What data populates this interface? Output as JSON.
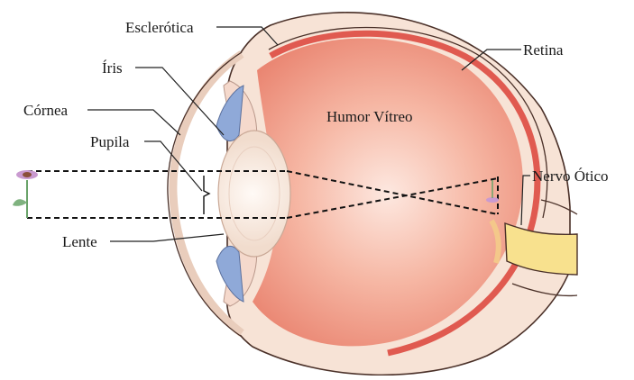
{
  "labels": {
    "sclera": "Esclerótica",
    "iris": "Íris",
    "cornea": "Córnea",
    "pupil": "Pupila",
    "lens": "Lente",
    "vitreous": "Humor Vítreo",
    "retina": "Retina",
    "optic_nerve": "Nervo Ótico"
  },
  "colors": {
    "vitreous": "#ec8a76",
    "vitreous_light": "#fde8e0",
    "sclera": "#f5e0d2",
    "retina": "#e05a50",
    "lens": "#fbeee6",
    "iris": "#8fa9d8",
    "nerve": "#f8e18e",
    "stroke": "#4a3028"
  }
}
